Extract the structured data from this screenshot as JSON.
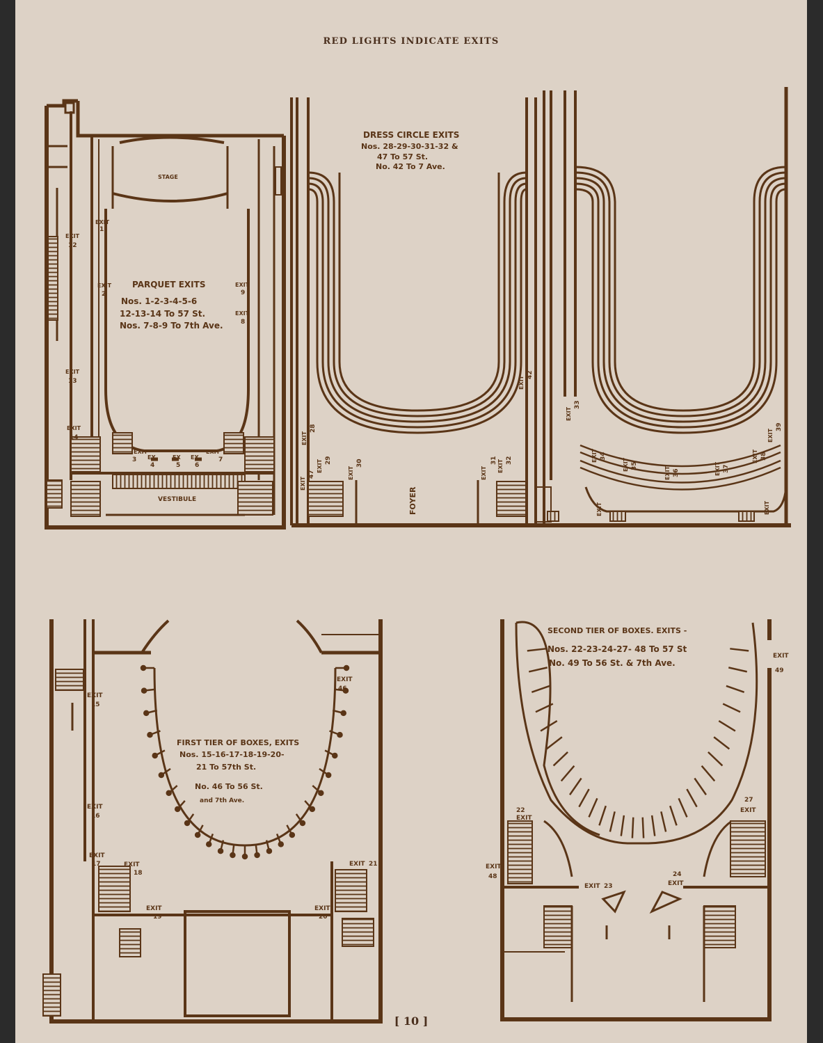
{
  "header": "RED LIGHTS INDICATE EXITS",
  "page_number": "[ 10 ]",
  "parquet": {
    "stage": "STAGE",
    "vestibule": "VESTIBULE",
    "title": "PARQUET EXITS",
    "line1": "Nos. 1-2-3-4-5-6",
    "line2": "12-13-14 To 57 St.",
    "line3": "Nos. 7-8-9 To 7th Ave.",
    "exit_word": "EXIT",
    "ex_word": "EX",
    "n1": "1",
    "n2": "2",
    "n3": "3",
    "n4": "4",
    "n5": "5",
    "n6": "6",
    "n7": "7",
    "n8": "8",
    "n9": "9",
    "n12": "12",
    "n13": "13",
    "n14": "14"
  },
  "dress_circle": {
    "title": "DRESS CIRCLE EXITS",
    "line1": "Nos. 28-29-30-31-32 &",
    "line2": "47 To 57 St.",
    "line3": "No. 42 To 7 Ave.",
    "foyer": "FOYER",
    "exit_word": "EXIT",
    "n28": "28",
    "n29": "29",
    "n30": "30",
    "n31": "31",
    "n32": "32",
    "n33": "33",
    "n34": "34",
    "n35": "35",
    "n36": "36",
    "n37": "37",
    "n38": "38",
    "n39": "39",
    "n42": "42",
    "n47": "47"
  },
  "first_tier": {
    "title": "FIRST TIER OF BOXES, EXITS",
    "line1": "Nos. 15-16-17-18-19-20-",
    "line2": "21 To 57th St.",
    "line3": "No. 46 To 56 St.",
    "line4": "and 7th Ave.",
    "exit_word": "EXIT",
    "n15": "15",
    "n16": "16",
    "n17": "17",
    "n18": "18",
    "n19": "19",
    "n20": "20",
    "n21": "21",
    "n46": "46"
  },
  "second_tier": {
    "title": "SECOND TIER OF BOXES. EXITS -",
    "line1": "Nos. 22-23-24-27- 48 To 57 St",
    "line2": "No. 49 To 56 St. & 7th Ave.",
    "exit_word": "EXIT",
    "n22": "22",
    "n23": "23",
    "n24": "24",
    "n27": "27",
    "n48": "48",
    "n49": "49"
  },
  "colors": {
    "paper": "#ddd2c6",
    "ink": "#5a3517",
    "background": "#2b2b2b"
  }
}
